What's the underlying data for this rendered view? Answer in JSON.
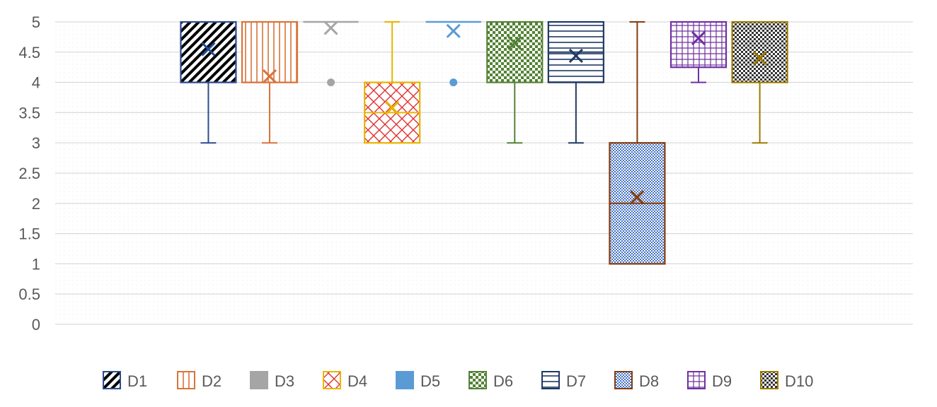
{
  "chart_data": {
    "type": "box",
    "title": "",
    "xlabel": "",
    "ylabel": "",
    "ylim": [
      0,
      5
    ],
    "yticks": [
      "0",
      "0.5",
      "1",
      "1.5",
      "2",
      "2.5",
      "3",
      "3.5",
      "4",
      "4.5",
      "5"
    ],
    "grid": true,
    "legend_position": "bottom",
    "series": [
      {
        "name": "D1",
        "color": "#2F4B8F",
        "pattern": "diag-up",
        "min": 3,
        "q1": 4,
        "median": 4,
        "q3": 5,
        "max": 5,
        "mean": 4.55,
        "outliers": []
      },
      {
        "name": "D2",
        "color": "#D9733A",
        "pattern": "vertical",
        "min": 3,
        "q1": 4,
        "median": 4,
        "q3": 5,
        "max": 5,
        "mean": 4.1,
        "outliers": []
      },
      {
        "name": "D3",
        "color": "#A5A5A5",
        "pattern": "solid",
        "min": 5,
        "q1": 5,
        "median": 5,
        "q3": 5,
        "max": 5,
        "mean": 4.9,
        "outliers": [
          4
        ]
      },
      {
        "name": "D4",
        "color": "#E8B500",
        "pattern": "diag-cross",
        "min": 3,
        "q1": 3,
        "median": 3.5,
        "q3": 4,
        "max": 5,
        "mean": 3.58,
        "outliers": []
      },
      {
        "name": "D5",
        "color": "#5B9BD5",
        "pattern": "solid",
        "min": 5,
        "q1": 5,
        "median": 5,
        "q3": 5,
        "max": 5,
        "mean": 4.85,
        "outliers": [
          4
        ]
      },
      {
        "name": "D6",
        "color": "#548235",
        "pattern": "checker",
        "min": 3,
        "q1": 4,
        "median": 5,
        "q3": 5,
        "max": 5,
        "mean": 4.65,
        "outliers": []
      },
      {
        "name": "D7",
        "color": "#203864",
        "pattern": "horizontal",
        "min": 3,
        "q1": 4,
        "median": 4.5,
        "q3": 5,
        "max": 5,
        "mean": 4.44,
        "outliers": []
      },
      {
        "name": "D8",
        "color": "#843C0C",
        "pattern": "fine-checker",
        "min": 1,
        "q1": 1,
        "median": 2,
        "q3": 3,
        "max": 5,
        "mean": 2.1,
        "outliers": []
      },
      {
        "name": "D9",
        "color": "#7030A0",
        "pattern": "grid",
        "min": 4,
        "q1": 4.25,
        "median": 5,
        "q3": 5,
        "max": 5,
        "mean": 4.73,
        "outliers": []
      },
      {
        "name": "D10",
        "color": "#9C7A00",
        "pattern": "dark-checker",
        "min": 3,
        "q1": 4,
        "median": 5,
        "q3": 5,
        "max": 5,
        "mean": 4.4,
        "outliers": []
      }
    ],
    "colors": {
      "gridline": "#D9D9D9",
      "axis": "#D9D9D9",
      "tick_text": "#595959",
      "mean_marker_d1": "#1F4E9A"
    }
  }
}
